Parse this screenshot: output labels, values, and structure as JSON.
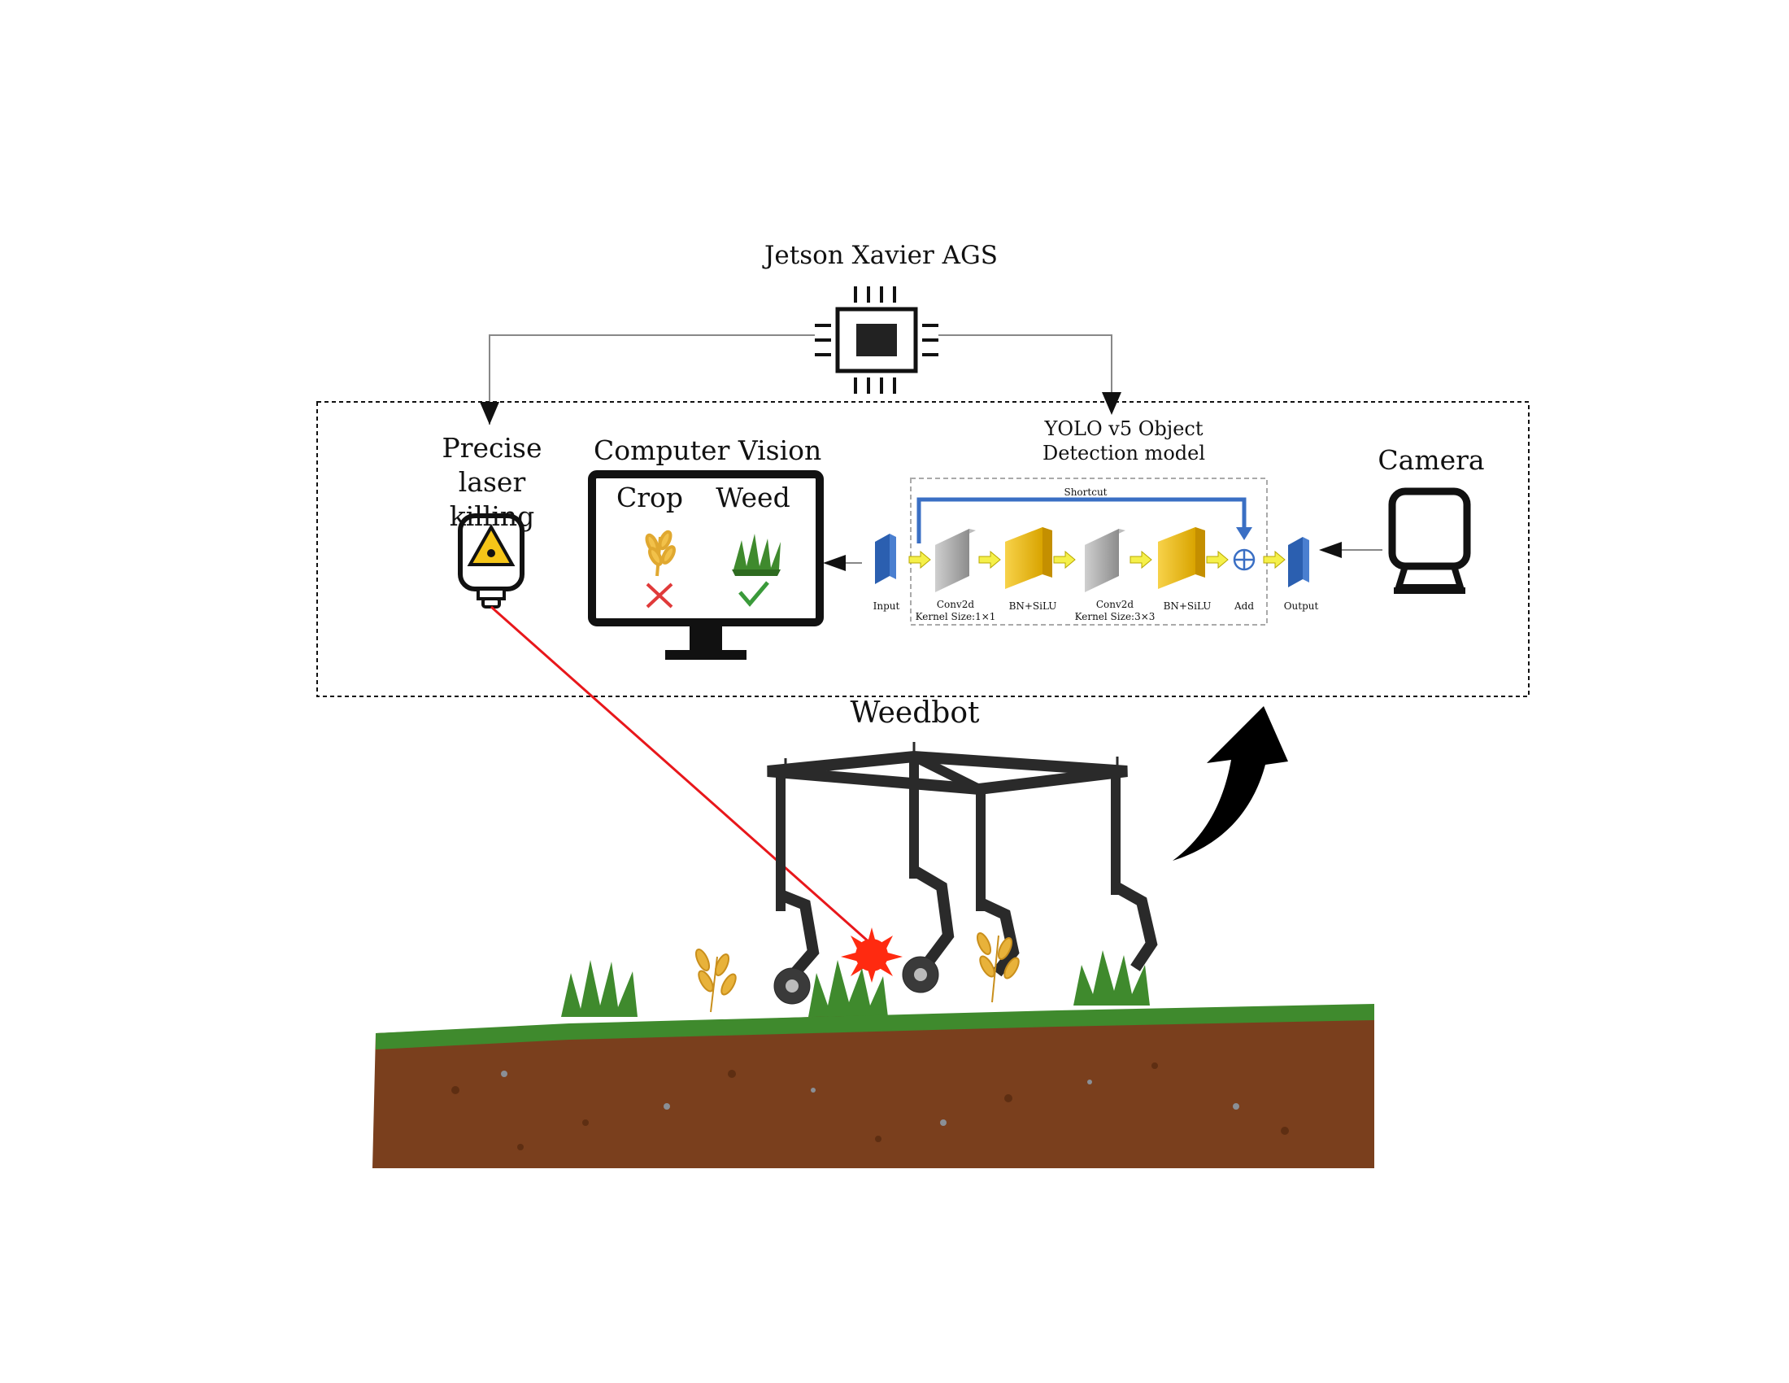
{
  "title": "Jetson Xavier AGS",
  "nodes": {
    "laser": "Precise laser\nkilling",
    "cv": "Computer Vision",
    "crop": "Crop",
    "weed": "Weed",
    "yolo": "YOLO v5 Object\nDetection model",
    "camera": "Camera",
    "robot": "Weedbot"
  },
  "yolo_block": {
    "shortcut": "Shortcut",
    "input": "Input",
    "conv1": "Conv2d\nKernel Size:1×1",
    "bn1": "BN+SiLU",
    "conv2": "Conv2d\nKernel Size:3×3",
    "bn2": "BN+SiLU",
    "add": "Add",
    "output": "Output"
  },
  "colors": {
    "laser_beam": "#e8171b",
    "grass": "#3f8a2d",
    "soil": "#7a3f1d",
    "wheat": "#e8b23a",
    "yolo_blue": "#3a6fc4",
    "bn_yellow": "#f5c518"
  }
}
